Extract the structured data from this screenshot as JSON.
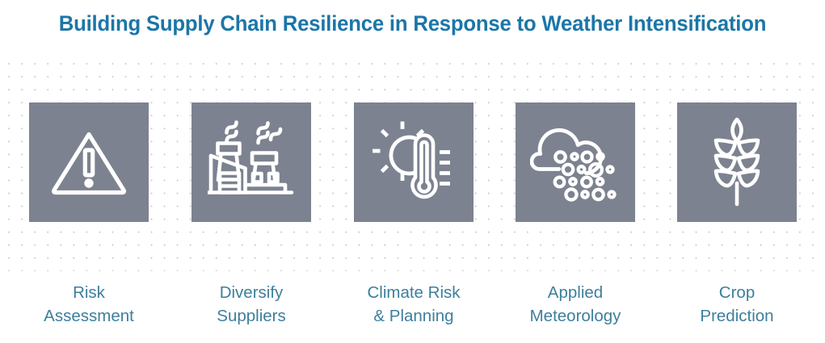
{
  "header": {
    "title": "Building Supply Chain Resilience in Response to Weather Intensification",
    "title_color": "#1b76a8"
  },
  "theme": {
    "page_background": "#ffffff",
    "tile_background": "#7d8290",
    "icon_stroke": "#ffffff",
    "caption_color": "#3d7f9c",
    "dot_pattern_color": "#c9c9cd"
  },
  "items": [
    {
      "icon": "warning-triangle-icon",
      "label": "Risk\nAssessment",
      "label_line1": "Risk",
      "label_line2": "Assessment"
    },
    {
      "icon": "factory-icon",
      "label": "Diversify\nSuppliers",
      "label_line1": "Diversify",
      "label_line2": "Suppliers"
    },
    {
      "icon": "sun-thermometer-icon",
      "label": "Climate Risk\n& Planning",
      "label_line1": "Climate Risk",
      "label_line2": "& Planning"
    },
    {
      "icon": "cloud-hail-icon",
      "label": "Applied\nMeteorology",
      "label_line1": "Applied",
      "label_line2": "Meteorology"
    },
    {
      "icon": "wheat-stalk-icon",
      "label": "Crop\nPrediction",
      "label_line1": "Crop",
      "label_line2": "Prediction"
    }
  ]
}
